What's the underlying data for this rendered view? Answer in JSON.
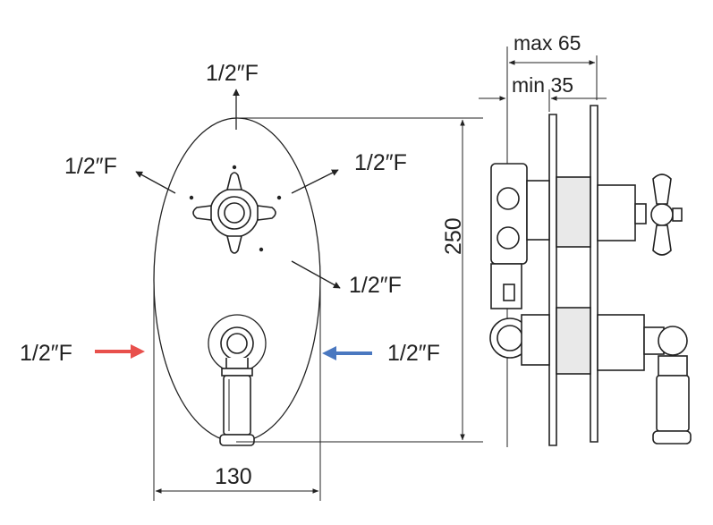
{
  "labels": {
    "outlet_top": "1/2″F",
    "outlet_left": "1/2″F",
    "outlet_right": "1/2″F",
    "outlet_lower_right": "1/2″F",
    "inlet_hot": "1/2″F",
    "inlet_cold": "1/2″F"
  },
  "dimensions": {
    "width": "130",
    "height": "250",
    "depth_max": "max 65",
    "depth_min": "min 35"
  },
  "colors": {
    "hot_arrow": "#e8504c",
    "cold_arrow": "#4a78c0",
    "line": "#222222"
  }
}
